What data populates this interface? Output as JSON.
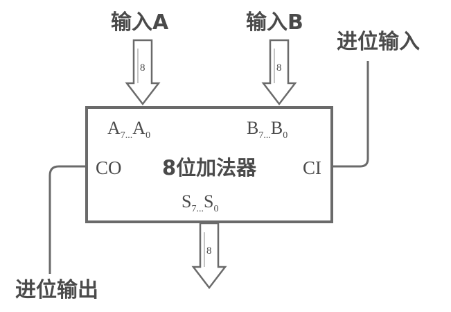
{
  "labels": {
    "input_a": "输入A",
    "input_b": "输入B",
    "carry_in": "进位输入",
    "carry_out": "进位输出",
    "block_title": "8位加法器",
    "port_co": "CO",
    "port_ci": "CI",
    "port_a": {
      "main": "A",
      "sub1": "7...",
      "main2": "A",
      "sub2": "0"
    },
    "port_b": {
      "main": "B",
      "sub1": "7...",
      "main2": "B",
      "sub2": "0"
    },
    "port_s": {
      "main": "S",
      "sub1": "7...",
      "main2": "S",
      "sub2": "0"
    },
    "bus_width_a": "8",
    "bus_width_b": "8",
    "bus_width_s": "8"
  }
}
